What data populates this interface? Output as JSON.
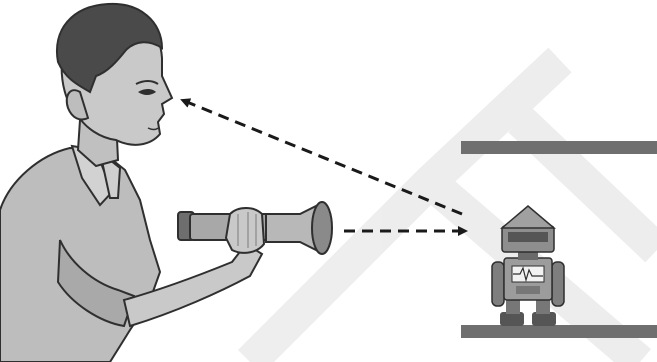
{
  "colors": {
    "background": "#ffffff",
    "skin": "#c9c9c9",
    "skin_shadow": "#9a9a9a",
    "hair": "#4a4a4a",
    "shirt": "#bdbdbd",
    "shirt_shadow": "#8f8f8f",
    "outline": "#2f2f2f",
    "torch_body": "#a8a8a8",
    "torch_dark": "#6e6e6e",
    "arrow": "#1a1a1a",
    "shelf": "#6f6f6f",
    "robot_body": "#9c9c9c",
    "robot_dark": "#555555",
    "robot_screen": "#f2f2f2",
    "watermark": "#ececec"
  },
  "diagram": {
    "figures": [
      "boy-figure",
      "torch",
      "robot",
      "upper-shelf",
      "lower-shelf"
    ],
    "arrows": [
      {
        "name": "light-ray-torch-to-robot",
        "style": "dashed",
        "direction": "torch-to-robot"
      },
      {
        "name": "light-ray-robot-to-eye",
        "style": "dashed",
        "direction": "robot-to-eye"
      }
    ]
  }
}
